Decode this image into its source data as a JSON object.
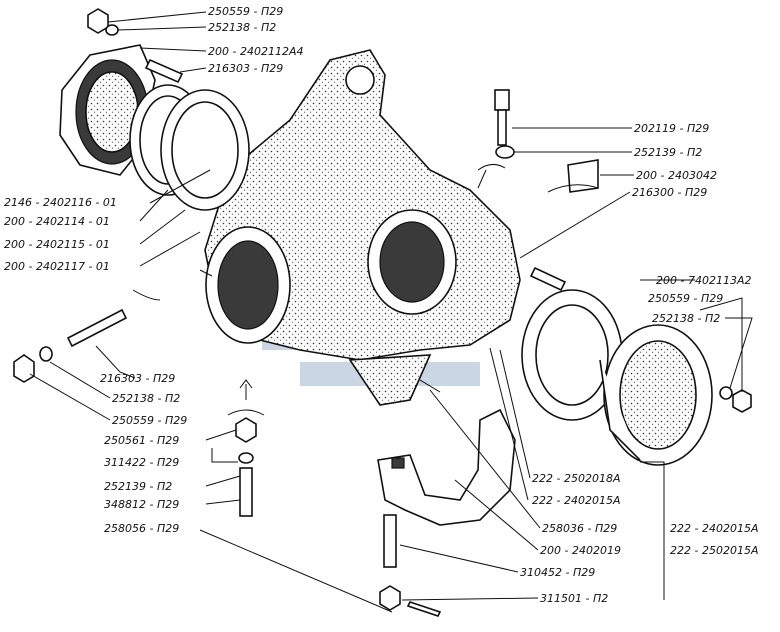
{
  "labels": {
    "l_250559_top": "250559 - П29",
    "l_252138_top": "252138 - П2",
    "l_200_2402112A4": "200 - 2402112А4",
    "l_216303_top": "216303 - П29",
    "l_202119": "202119 - П29",
    "l_252139_r": "252139 - П2",
    "l_200_2403042": "200 - 2403042",
    "l_216300": "216300 - П29",
    "l_2146_2402116": "2146 - 2402116 - 01",
    "l_200_2402114": "200 - 2402114 - 01",
    "l_200_2402115": "200 - 2402115 - 01",
    "l_200_2402117": "200 - 2402117 - 01",
    "l_200_7402113A2": "200 - 7402113А2",
    "l_250559_r": "250559 - П29",
    "l_252138_r": "252138 - П2",
    "l_216303_left": "216303 - П29",
    "l_252138_left": "252138 - П2",
    "l_250559_left": "250559 - П29",
    "l_250561": "250561 - П29",
    "l_311422": "311422 - П29",
    "l_252139_left": "252139 - П2",
    "l_348812": "348812 - П29",
    "l_258056": "258056 - П29",
    "l_222_2502018A": "222 - 2502018А",
    "l_222_2402015A_mid": "222 - 2402015А",
    "l_258036": "258036 - П29",
    "l_200_2402019": "200 - 2402019",
    "l_310452": "310452 - П29",
    "l_311501": "311501 - П2",
    "l_222_2402015A_r": "222 - 2402015А",
    "l_222_2502015A_r": "222 - 2502015А"
  }
}
